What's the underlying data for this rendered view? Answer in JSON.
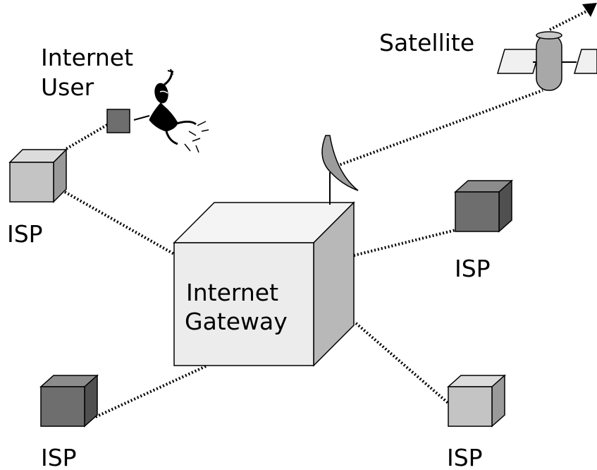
{
  "labels": {
    "internet_user_line1": "Internet",
    "internet_user_line2": "User",
    "satellite": "Satellite",
    "gateway_line1": "Internet",
    "gateway_line2": "Gateway",
    "isp_top_left": "ISP",
    "isp_mid_right": "ISP",
    "isp_bottom_left": "ISP",
    "isp_bottom_right": "ISP"
  },
  "colors": {
    "light_gray": "#c4c4c4",
    "dark_gray": "#6e6e6e",
    "gateway_front": "#ececec",
    "gateway_side": "#b8b8b8",
    "line": "#000000"
  }
}
